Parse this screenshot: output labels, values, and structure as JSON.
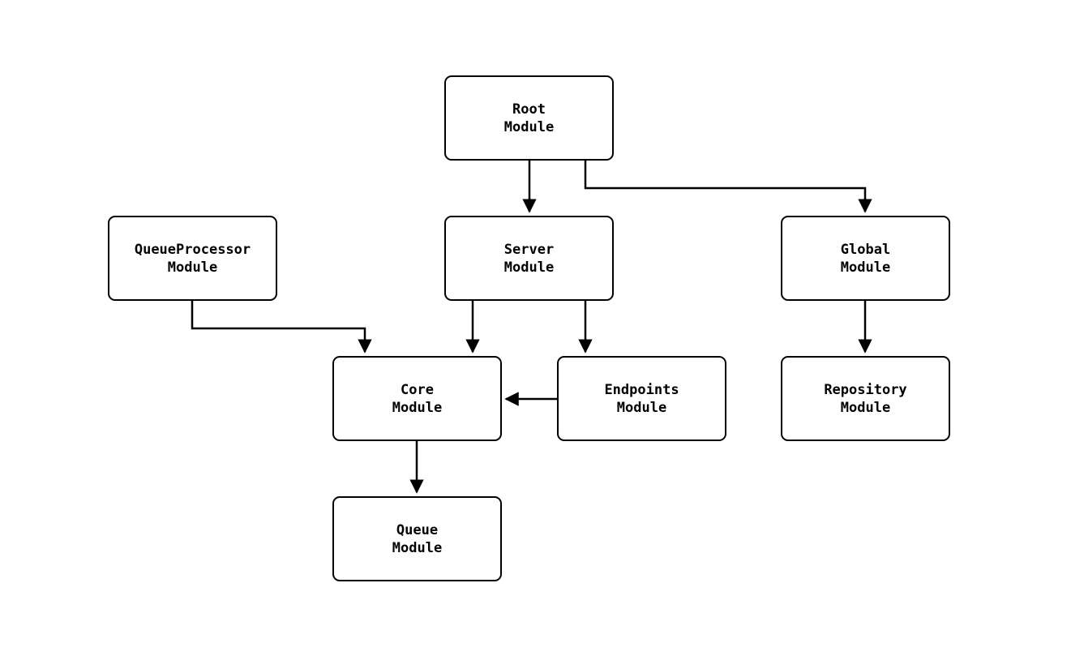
{
  "diagram": {
    "colors": {
      "background": "#ffffff",
      "node_fill": "#ffffff",
      "node_border": "#000000",
      "edge": "#000000",
      "text": "#000000"
    },
    "nodes": [
      {
        "id": "root",
        "lines": [
          "Root",
          "Module"
        ]
      },
      {
        "id": "queueprocessor",
        "lines": [
          "QueueProcessor",
          "Module"
        ]
      },
      {
        "id": "server",
        "lines": [
          "Server",
          "Module"
        ]
      },
      {
        "id": "global",
        "lines": [
          "Global",
          "Module"
        ]
      },
      {
        "id": "core",
        "lines": [
          "Core",
          "Module"
        ]
      },
      {
        "id": "endpoints",
        "lines": [
          "Endpoints",
          "Module"
        ]
      },
      {
        "id": "repository",
        "lines": [
          "Repository",
          "Module"
        ]
      },
      {
        "id": "queue",
        "lines": [
          "Queue",
          "Module"
        ]
      }
    ],
    "edges": [
      {
        "from": "root",
        "to": "server"
      },
      {
        "from": "root",
        "to": "global"
      },
      {
        "from": "queueprocessor",
        "to": "core"
      },
      {
        "from": "server",
        "to": "core"
      },
      {
        "from": "server",
        "to": "endpoints"
      },
      {
        "from": "endpoints",
        "to": "core"
      },
      {
        "from": "global",
        "to": "repository"
      },
      {
        "from": "core",
        "to": "queue"
      }
    ]
  }
}
